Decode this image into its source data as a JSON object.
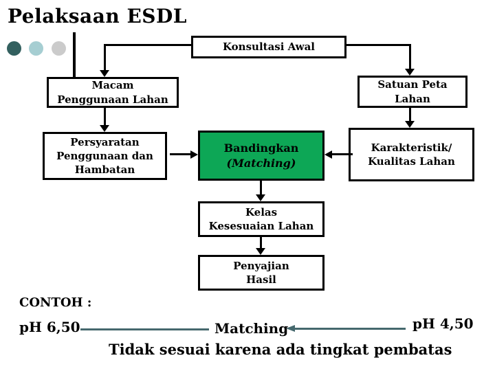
{
  "slide": {
    "title": "Pelaksaan ESDL"
  },
  "decoration": {
    "dots": [
      "dark-teal-dot",
      "light-teal-dot",
      "gray-dot"
    ]
  },
  "colors": {
    "accent_green": "#0DA756",
    "teal_line": "#45686D",
    "dot_dark_teal": "#33605F",
    "dot_light_teal": "#A6CED2",
    "dot_gray": "#CBCBCB",
    "box_border": "#000000",
    "text": "#000000"
  },
  "flowchart": {
    "konsultasi": {
      "label": "Konsultasi Awal"
    },
    "macam": {
      "line1": "Macam",
      "line2": "Penggunaan Lahan"
    },
    "satuan": {
      "line1": "Satuan Peta",
      "line2": "Lahan"
    },
    "persyaratan": {
      "line1": "Persyaratan",
      "line2": "Penggunaan dan",
      "line3": "Hambatan"
    },
    "bandingkan": {
      "line1": "Bandingkan",
      "line2": "(Matching)"
    },
    "karakteristik": {
      "line1": "Karakteristik/",
      "line2": "Kualitas Lahan"
    },
    "kelas": {
      "line1": "Kelas",
      "line2": "Kesesuaian Lahan"
    },
    "penyajian": {
      "line1": "Penyajian",
      "line2": "Hasil"
    }
  },
  "example": {
    "heading": "CONTOH :",
    "left_value": "pH 6,50",
    "center_label": "Matching",
    "right_value": "pH 4,50",
    "conclusion": "Tidak sesuai karena ada tingkat pembatas"
  }
}
